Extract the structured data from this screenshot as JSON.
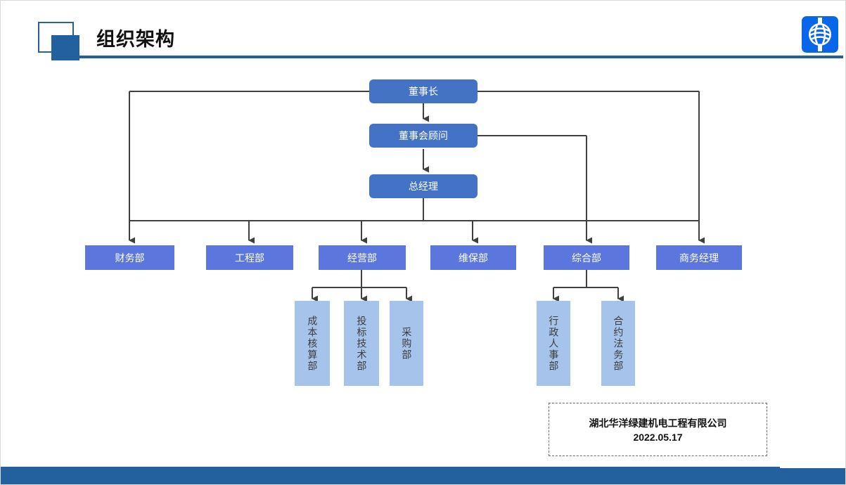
{
  "header": {
    "title": "组织架构",
    "logo_icon": "company-globe-logo-icon",
    "accent_color": "#22609E"
  },
  "org_chart": {
    "exec_color": "#4472C4",
    "dept_color": "#5B77DE",
    "sub_color": "#A6C3EC",
    "connector_color": "#404040",
    "executives": [
      {
        "id": "chairman",
        "label": "董事长"
      },
      {
        "id": "board-advisor",
        "label": "董事会顾问"
      },
      {
        "id": "general-manager",
        "label": "总经理"
      }
    ],
    "departments": [
      {
        "id": "finance",
        "label": "财务部"
      },
      {
        "id": "engineering",
        "label": "工程部"
      },
      {
        "id": "operations",
        "label": "经营部"
      },
      {
        "id": "maintenance",
        "label": "维保部"
      },
      {
        "id": "general-affairs",
        "label": "综合部"
      },
      {
        "id": "business-manager",
        "label": "商务经理"
      }
    ],
    "sub_departments": [
      {
        "id": "cost-accounting",
        "label": "成本核算部",
        "parent": "经营部"
      },
      {
        "id": "bidding-technology",
        "label": "投标技术部",
        "parent": "经营部"
      },
      {
        "id": "procurement",
        "label": "采购部",
        "parent": "经营部"
      },
      {
        "id": "admin-hr",
        "label": "行政人事部",
        "parent": "综合部"
      },
      {
        "id": "contract-legal",
        "label": "合约法务部",
        "parent": "综合部"
      }
    ]
  },
  "footer_note": {
    "company": "湖北华洋绿建机电工程有限公司",
    "date": "2022.05.17"
  }
}
